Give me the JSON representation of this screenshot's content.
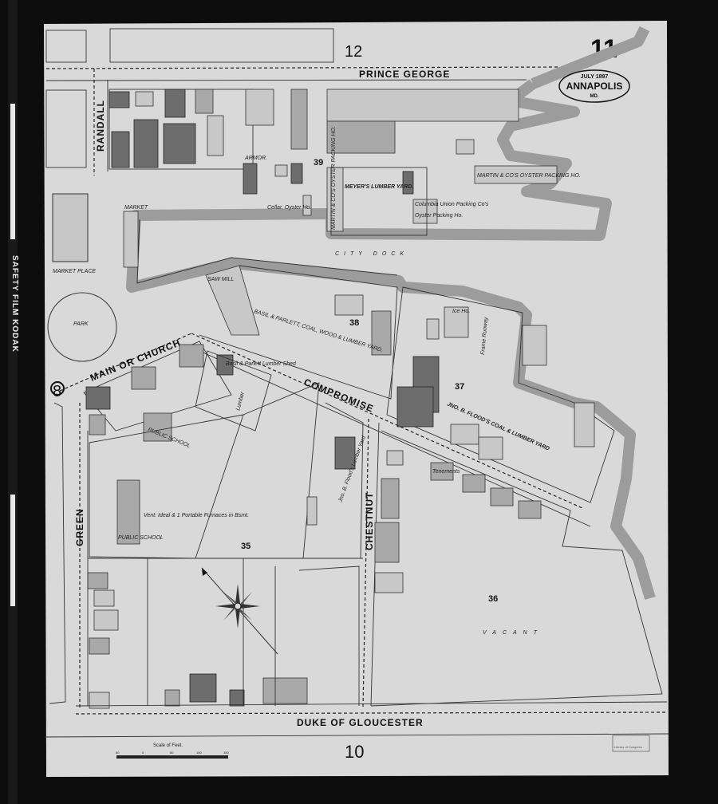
{
  "sheet": {
    "sheet_number": "11",
    "adjoining_sheet_top": "12",
    "adjoining_sheet_bottom": "10",
    "date": "JULY 1897",
    "city": "ANNAPOLIS",
    "state": "MD."
  },
  "film_edge_text": "SAFETY FILM KODAK",
  "streets": {
    "prince_george": "PRINCE GEORGE",
    "randall": "RANDALL",
    "main_or_church": "MAIN OR CHURCH",
    "compromise": "COMPROMISE",
    "green": "GREEN",
    "chestnut": "CHESTNUT",
    "duke_of_gloucester": "DUKE OF GLOUCESTER"
  },
  "places": {
    "market_place": "MARKET PLACE",
    "market": "MARKET",
    "park": "PARK",
    "city_dock": "CITY DOCK",
    "vacant": "VACANT",
    "street_number_marker": "8"
  },
  "blocks": [
    "35",
    "36",
    "37",
    "38",
    "39"
  ],
  "labels": {
    "meyers_lumber_yard": "MEYER'S LUMBER YARD.",
    "martin_oyster_packing": "MARTIN & CO'S OYSTER PACKING HO.",
    "martin_oyster_packing_vertical": "MARTIN & CO'S OYSTER PACKING HO.",
    "columbia_union_packing": "Columbia Union Packing Co's",
    "oyster_packing_ho": "Oyster Packing Ho.",
    "basil_parlett": "BASIL & PARLETT, COAL, WOOD & LUMBER YARD.",
    "basil_parlett_lumber_shed": "Basil & Parlett Lumber Shed",
    "lumber": "Lumber",
    "saw_mill": "SAW MILL",
    "floods_yard": "JNO. B. FLOOD'S COAL & LUMBER YARD",
    "floods_lumber_yard_small": "Jno. B. Flood's Lumber Yard",
    "frame_runway": "Frame Runway",
    "public_school": "PUBLIC SCHOOL",
    "public_school_2": "PUBLIC SCHOOL",
    "school_note": "Vent: Ideal & 1 Portable Furnaces in Bsmt.",
    "tenements": "Tenements",
    "armory": "ARMOR.",
    "cellar_oyster": "Cellar, Oyster Ho.",
    "ice_ho": "Ice Ho."
  },
  "scale": {
    "title": "Scale of Feet.",
    "ticks": [
      "50",
      "0",
      "50",
      "100",
      "150"
    ]
  },
  "stamp": [
    "Library of Congress"
  ],
  "colors": {
    "paper": "#d9d9d9",
    "water": "#9c9c9c",
    "building": "#a9a9a9",
    "building_dark": "#6d6d6d",
    "frame": "#0c0c0c"
  }
}
